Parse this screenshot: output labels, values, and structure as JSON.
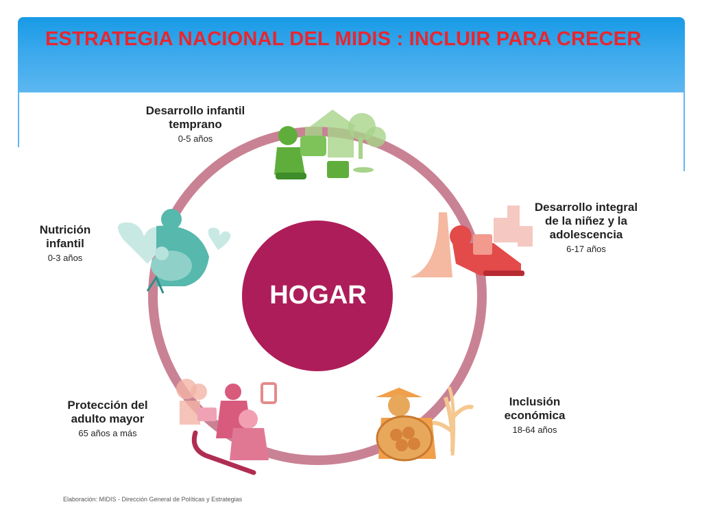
{
  "header": {
    "title": "ESTRATEGIA  NACIONAL DEL MIDIS :  INCLUIR PARA CRECER"
  },
  "center": {
    "label": "HOGAR"
  },
  "stages": [
    {
      "title_line1": "Desarrollo infantil",
      "title_line2": "temprano",
      "range": "0-5 años"
    },
    {
      "title_line1": "Desarrollo integral",
      "title_line2": "de la niñez y la",
      "title_line3": "adolescencia",
      "range": "6-17 años"
    },
    {
      "title_line1": "Inclusión",
      "title_line2": "económica",
      "range": "18-64 años"
    },
    {
      "title_line1": "Protección del",
      "title_line2": "adulto mayor",
      "range": "65 años a más"
    },
    {
      "title_line1": "Nutrición",
      "title_line2": "infantil",
      "range": "0-3 años"
    }
  ],
  "footer": {
    "credit": "Elaboración: MIDIS - Dirección General de Políticas y Estrategias"
  },
  "colors": {
    "banner": "#2aa2ea",
    "title": "#e8262f",
    "ring": "#c98294",
    "hub": "#ad1d59",
    "stage1": "#5fae3c",
    "stage2": "#e34a4a",
    "stage3": "#e8a85c",
    "stage4": "#d85b7d",
    "stage5": "#57b8ad"
  },
  "icons": [
    "child-reading-icon",
    "teen-reading-icon",
    "farmer-harvest-icon",
    "elderly-care-icon",
    "mother-nursing-icon"
  ]
}
